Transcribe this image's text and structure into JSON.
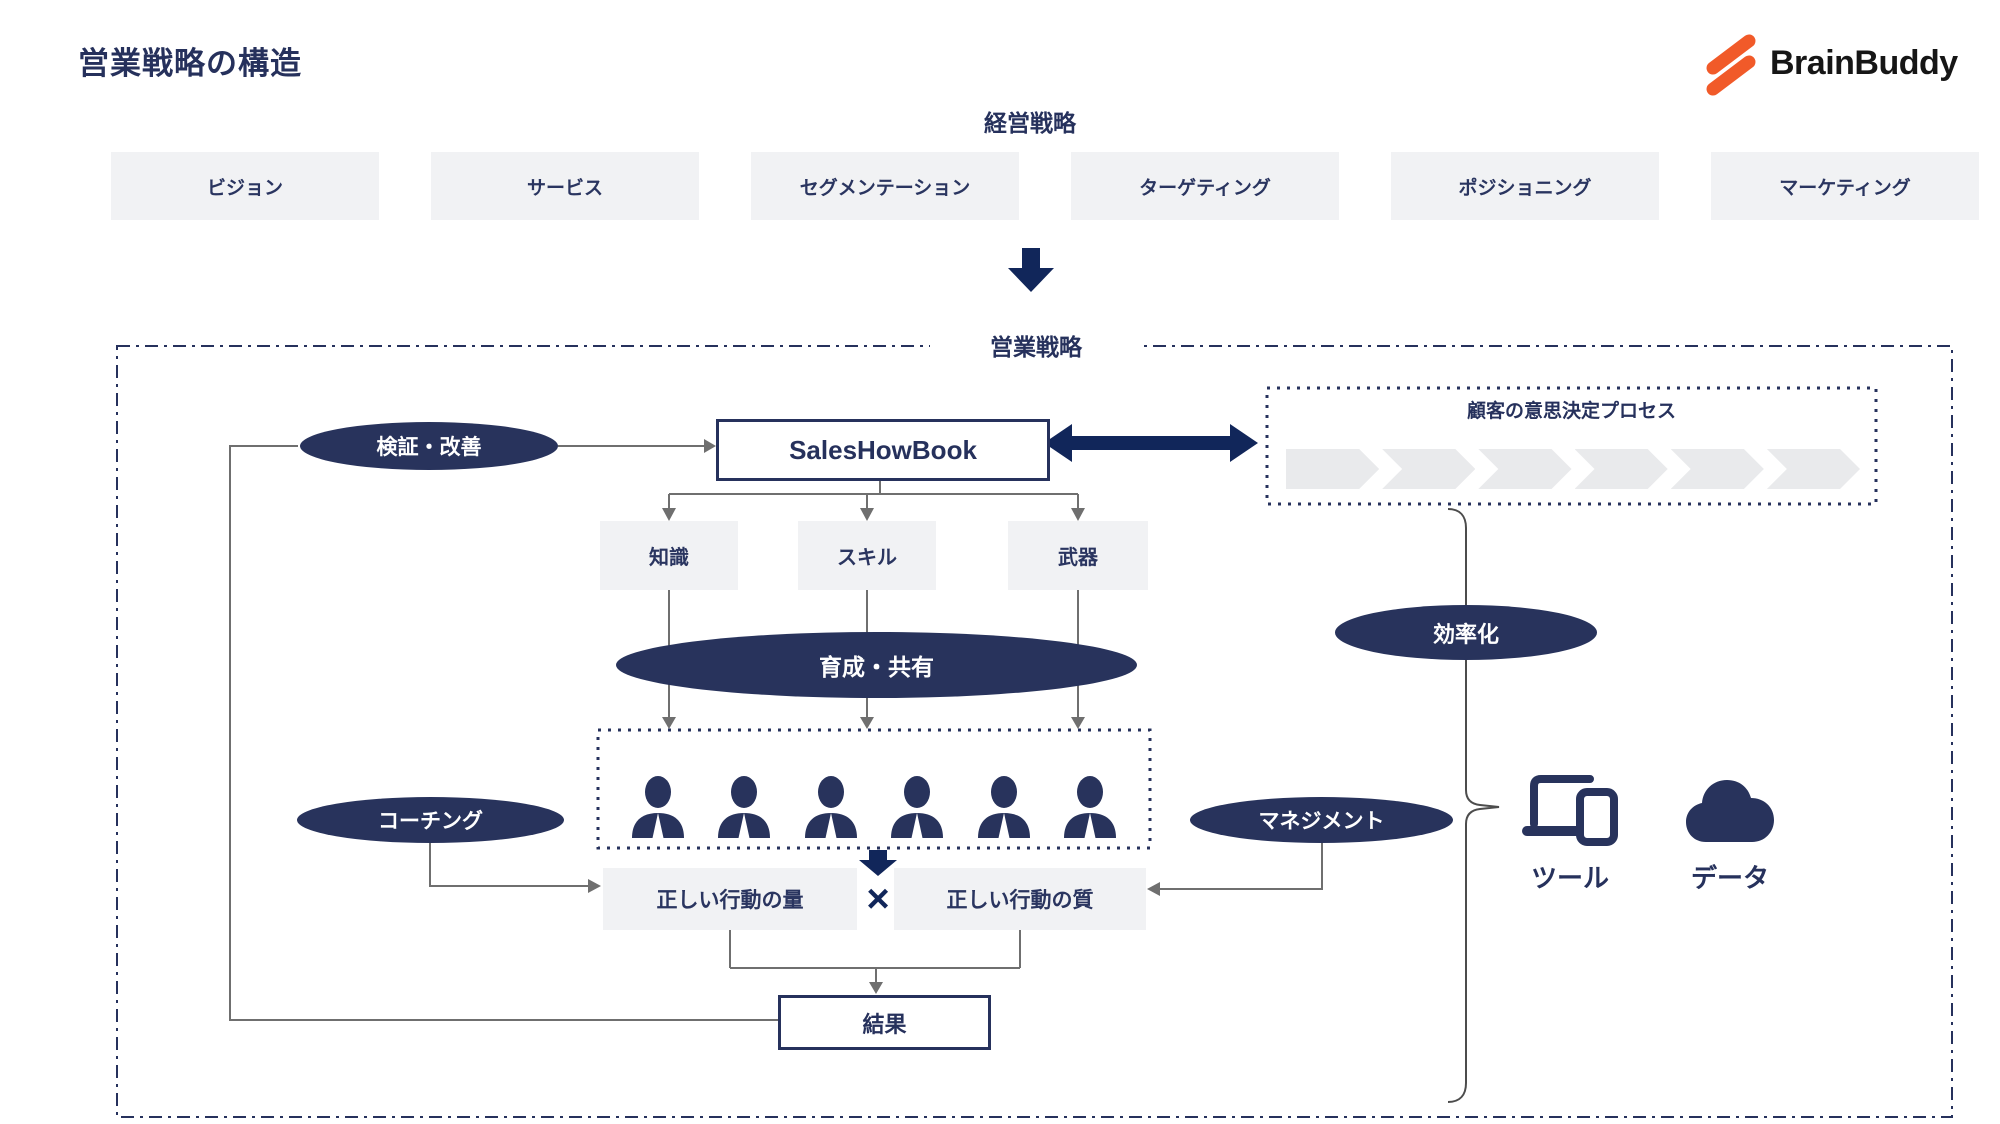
{
  "page": {
    "title": "営業戦略の構造",
    "brand": "BrainBuddy",
    "colors": {
      "navy": "#26315C",
      "arrow_navy": "#11265A",
      "light_grey_box": "#F1F2F4",
      "chevron_grey": "#E9EAEC",
      "connector_grey": "#6F6F6F",
      "brand_orange": "#F15A29"
    }
  },
  "management_strategy": {
    "heading": "経営戦略",
    "items": [
      {
        "label": "ビジョン"
      },
      {
        "label": "サービス"
      },
      {
        "label": "セグメンテーション"
      },
      {
        "label": "ターゲティング"
      },
      {
        "label": "ポジショニング"
      },
      {
        "label": "マーケティング"
      }
    ]
  },
  "sales_strategy": {
    "heading": "営業戦略",
    "playbook": "SalesHowBook",
    "verify_improve": "検証・改善",
    "customer_process": {
      "title": "顧客の意思決定プロセス",
      "step_count": 6
    },
    "pillars": [
      {
        "label": "知識"
      },
      {
        "label": "スキル"
      },
      {
        "label": "武器"
      }
    ],
    "train_share": "育成・共有",
    "team_member_count": 6,
    "coaching": "コーチング",
    "management": "マネジメント",
    "quantity": "正しい行動の量",
    "multiply": "×",
    "quality": "正しい行動の質",
    "result": "結果",
    "efficiency": "効率化",
    "tools_label": "ツール",
    "data_label": "データ"
  }
}
